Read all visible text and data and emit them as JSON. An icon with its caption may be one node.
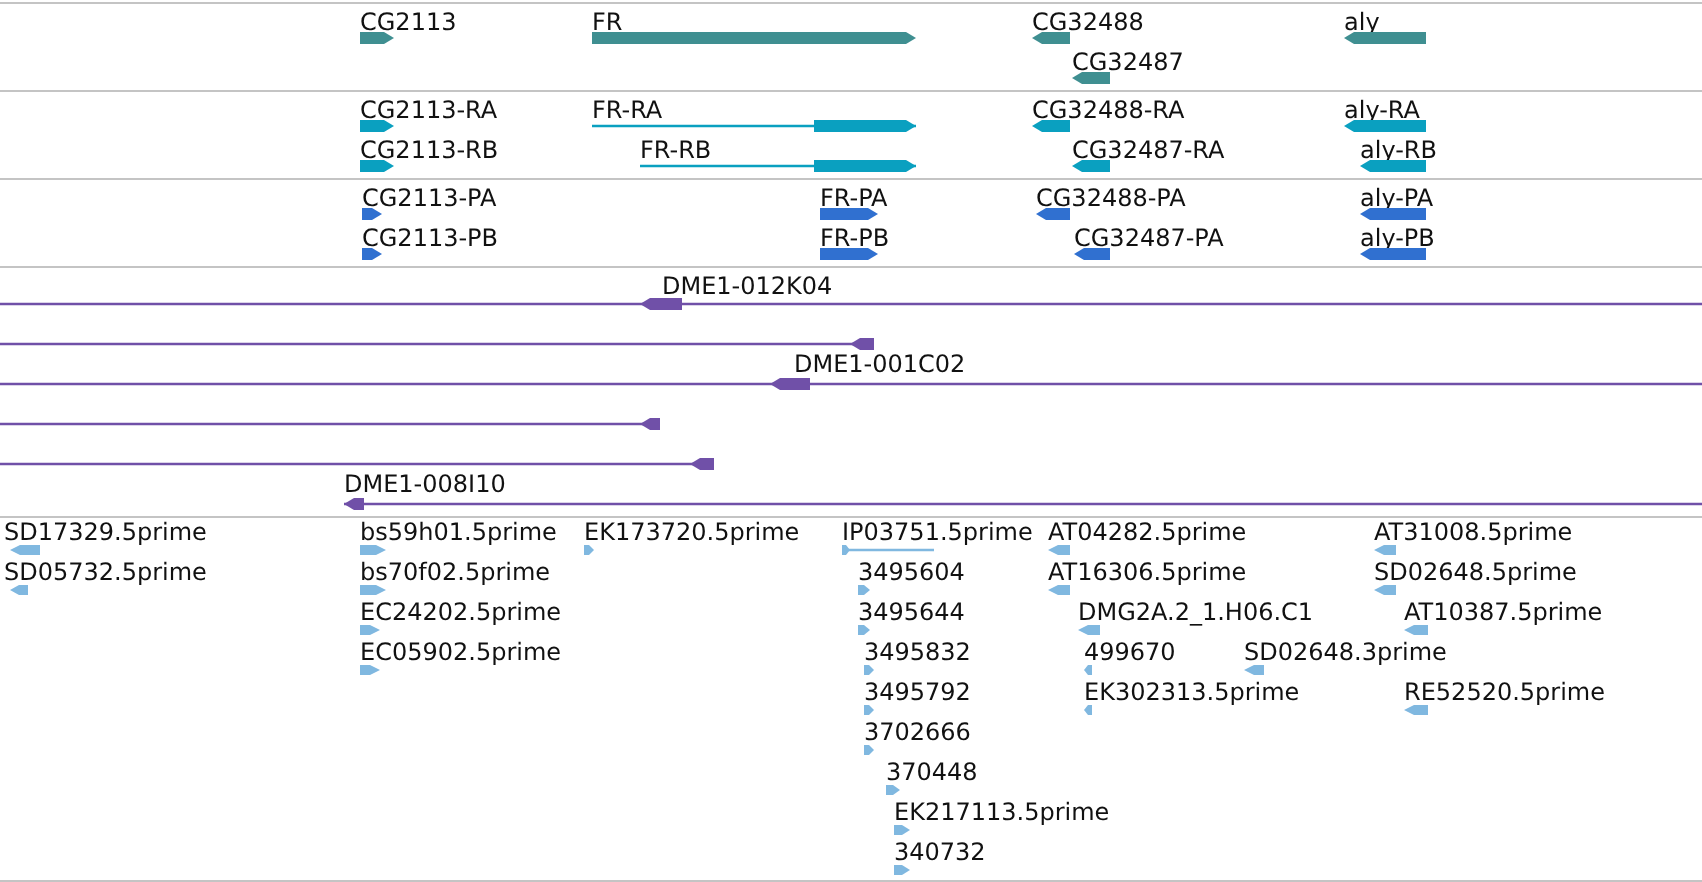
{
  "diagram": {
    "nodes": [
      {
        "text": [
          "CG2113"
        ]
      },
      {
        "text": [
          "FR"
        ]
      },
      {
        "text": [
          "CG32488"
        ]
      },
      {
        "text": [
          "aly"
        ]
      },
      {
        "text": [
          "CG32487"
        ]
      },
      {
        "text": [
          "CG2113-RA"
        ]
      },
      {
        "text": [
          "FR-RA"
        ]
      },
      {
        "text": [
          "CG32488-RA"
        ]
      },
      {
        "text": [
          "aly-RA"
        ]
      },
      {
        "text": [
          "CG2113-RB"
        ]
      },
      {
        "text": [
          "FR-RB"
        ]
      },
      {
        "text": [
          "CG32487-RA"
        ]
      },
      {
        "text": [
          "aly-RB"
        ]
      },
      {
        "text": [
          "CG2113-PA"
        ]
      },
      {
        "text": [
          "FR-PA"
        ]
      },
      {
        "text": [
          "CG32488-PA"
        ]
      },
      {
        "text": [
          "aly-PA"
        ]
      },
      {
        "text": [
          "CG2113-PB"
        ]
      },
      {
        "text": [
          "FR-PB"
        ]
      },
      {
        "text": [
          "CG32487-PA"
        ]
      },
      {
        "text": [
          "aly-PB"
        ]
      },
      {
        "text": [
          "DME1-012K04"
        ]
      },
      {
        "text": [],
        "shape": "bar"
      },
      {
        "text": [
          "DME1-001C02"
        ]
      },
      {
        "text": [],
        "shape": "bar"
      },
      {
        "text": [],
        "shape": "bar"
      },
      {
        "text": [
          "DME1-008I10"
        ]
      },
      {
        "text": [
          "SD17329.5prime"
        ]
      },
      {
        "text": [
          "bs59h01.5prime"
        ]
      },
      {
        "text": [
          "EK173720.5prime"
        ]
      },
      {
        "text": [
          "IP03751.5prime"
        ]
      },
      {
        "text": [
          "AT04282.5prime"
        ]
      },
      {
        "text": [
          "AT31008.5prime"
        ]
      },
      {
        "text": [
          "SD05732.5prime"
        ]
      },
      {
        "text": [
          "bs70f02.5prime"
        ]
      },
      {
        "text": [
          "3495604"
        ]
      },
      {
        "text": [
          "AT16306.5prime"
        ]
      },
      {
        "text": [
          "SD02648.5prime"
        ]
      },
      {
        "text": [
          "EC24202.5prime"
        ]
      },
      {
        "text": [
          "3495644"
        ]
      },
      {
        "text": [
          "DMG2A.2_1.H06.C1"
        ]
      },
      {
        "text": [
          "AT10387.5prime"
        ]
      },
      {
        "text": [
          "EC05902.5prime"
        ]
      },
      {
        "text": [
          "3495832"
        ]
      },
      {
        "text": [
          "499670"
        ]
      },
      {
        "text": [
          "SD02648.3prime"
        ]
      },
      {
        "text": [
          "3495792"
        ]
      },
      {
        "text": [
          "EK302313.5prime"
        ]
      },
      {
        "text": [
          "RE52520.5prime"
        ]
      },
      {
        "text": [
          "3702666"
        ]
      },
      {
        "text": [
          "370448"
        ]
      },
      {
        "text": [
          "EK217113.5prime"
        ]
      },
      {
        "text": [
          "340732"
        ]
      }
    ]
  }
}
